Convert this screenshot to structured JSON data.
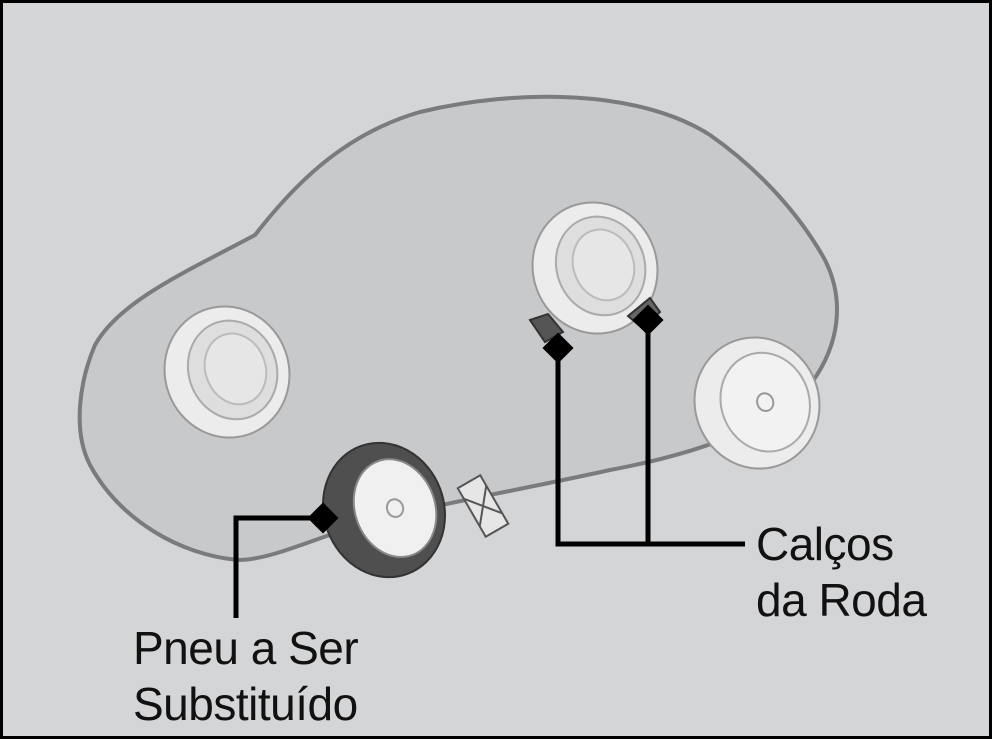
{
  "labels": {
    "tire_to_replace": [
      "Pneu a Ser",
      "Substituído"
    ],
    "wheel_chocks": [
      "Calços",
      "da Roda"
    ]
  },
  "colors": {
    "background": "#d4d5d7",
    "car_body": "#c8c9cb",
    "car_outline": "#7a7b7d",
    "tire_light": "#eeeeee",
    "tire_dark": "#555555",
    "leader_line": "#000000"
  },
  "icons": [
    "wheel-chock-icon",
    "jack-icon"
  ]
}
